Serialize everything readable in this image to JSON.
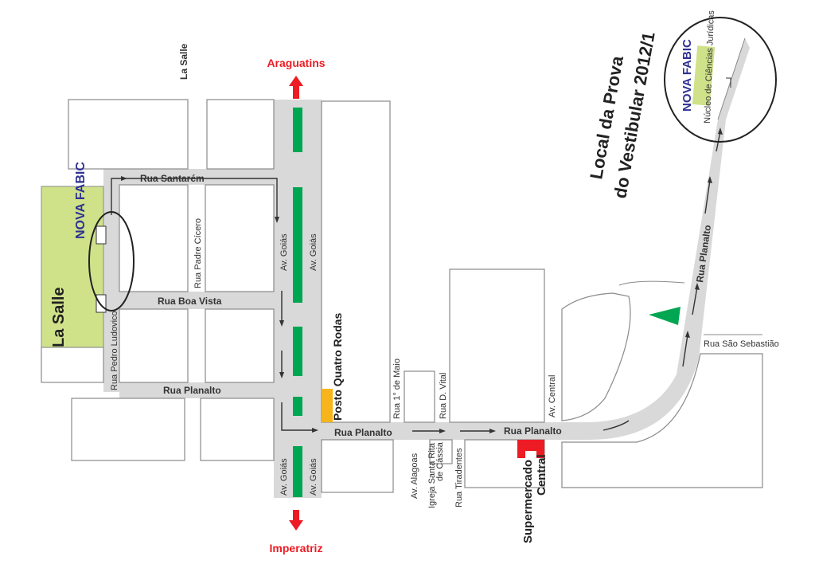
{
  "title": {
    "line1": "Local da Prova",
    "line2": "do Vestibular 2012/1"
  },
  "directions": {
    "north": "Araguatins",
    "south": "Imperatriz"
  },
  "landmarks": {
    "la_salle_top": "La Salle",
    "la_salle_building": "La Salle",
    "posto": "Posto Quatro Rodas",
    "supermercado_line1": "Supermercado",
    "supermercado_line2": "Central",
    "igreja_line1": "Igreja Santa Rita",
    "igreja_line2": "de Cássia",
    "nucleo": "Núcleo de Ciências Jurídicas",
    "logo_text": "NOVA FABIC"
  },
  "streets": {
    "santarem": "Rua Santarém",
    "padre_cicero": "Rua Padre Cícero",
    "boa_vista": "Rua Boa Vista",
    "planalto_left": "Rua Planalto",
    "planalto_mid": "Rua Planalto",
    "planalto_right": "Rua Planalto",
    "planalto_diag": "Rua Planalto",
    "pedro_ludovico": "Rua Pedro Ludovico",
    "goias_1": "Av. Goiás",
    "goias_2": "Av. Goiás",
    "goias_3": "Av. Goiás",
    "goias_4": "Av. Goiás",
    "primeiro_maio": "Rua 1° de Maio",
    "d_vital": "Rua D. Vital",
    "central": "Av. Central",
    "alagoas": "Av. Alagoas",
    "tiradentes": "Rua Tiradentes",
    "sao_sebastiao": "Rua São Sebastião"
  },
  "colors": {
    "green": "#00a651",
    "red": "#ed1c24",
    "lime": "#cfe28a",
    "orange": "#f7b51b",
    "road": "#d9d9d9"
  }
}
